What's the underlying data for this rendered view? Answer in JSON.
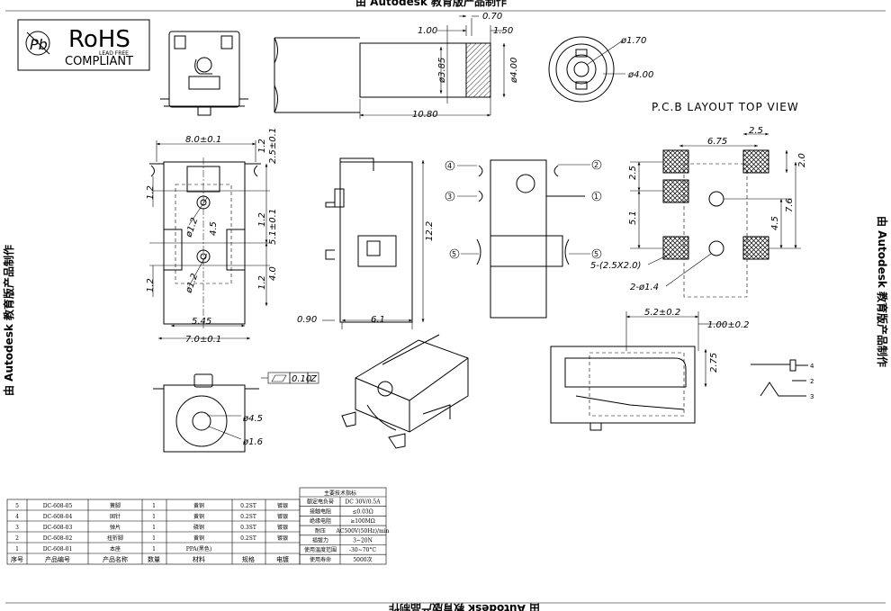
{
  "watermark": {
    "text": "由 Autodesk 教育版产品制作"
  },
  "rohs": {
    "title": "RoHS",
    "subtitle": "LEAD FREE",
    "compliant": "COMPLIANT"
  },
  "views": {
    "pcb_layout_title": "P.C.B LAYOUT TOP VIEW"
  },
  "dims": {
    "d070": "0.70",
    "d100": "1.00",
    "d150": "1.50",
    "d385": "ø3.85",
    "d400": "ø4.00",
    "d1080": "10.80",
    "phi170": "ø1.70",
    "phi400": "ø4.00",
    "d80": "8.0±0.1",
    "d12a": "1.2",
    "d25": "2.5±0.1",
    "d12b": "1.2",
    "phi12a": "ø1.2",
    "d45": "4.5",
    "d12c": "1.2",
    "d51": "5.1±0.1",
    "phi12b": "ø1.2",
    "d40": "4.0",
    "d12d": "1.2",
    "d12e": "1.2",
    "d545": "5.45",
    "d70": "7.0±0.1",
    "d122": "12.2",
    "d090": "0.90",
    "d61": "6.1",
    "p675": "6.75",
    "p25a": "2.5",
    "p20": "2.0",
    "p25b": "2.5",
    "p51": "5.1",
    "p76": "7.6",
    "p45": "4.5",
    "pad_note": "5-(2.5X2.0)",
    "hole_note": "2-ø1.4",
    "d52": "5.2±0.2",
    "d100b": "1.00±0.2",
    "d275": "2.75",
    "phi45": "ø4.5",
    "phi16": "ø1.6",
    "flat_tol": "0.10",
    "flat_datum": "Z"
  },
  "pins": {
    "p1": "1",
    "p2": "2",
    "p3": "3",
    "p4": "4",
    "p5": "5",
    "s4": "4",
    "s2": "2",
    "s3": "3"
  },
  "bom": {
    "headers": [
      "序号",
      "产品编号",
      "产品名称",
      "数量",
      "材料",
      "规格",
      "电镀"
    ],
    "rows": [
      [
        "5",
        "DC-608-05",
        "簧脚",
        "1",
        "黄铜",
        "0.2ST",
        "镀银"
      ],
      [
        "4",
        "DC-608-04",
        "固针",
        "1",
        "黄铜",
        "0.2ST",
        "镀银"
      ],
      [
        "3",
        "DC-608-03",
        "弹片",
        "1",
        "磷铜",
        "0.3ST",
        "镀银"
      ],
      [
        "2",
        "DC-608-02",
        "扭折脚",
        "1",
        "黄铜",
        "0.2ST",
        "镀银"
      ],
      [
        "1",
        "DC-608-01",
        "本座",
        "1",
        "PPA(黑色)",
        "",
        ""
      ]
    ]
  },
  "specs": {
    "title": "主要技术指标",
    "rows": [
      [
        "额定电负荷",
        "DC 30V/0.5A"
      ],
      [
        "接触电阻",
        "≤0.03Ω"
      ],
      [
        "绝缘电阻",
        "≥100MΩ"
      ],
      [
        "耐压",
        "AC500V(50Hz)/min"
      ],
      [
        "插拔力",
        "3~20N"
      ],
      [
        "使用温度范围",
        "-30~70°C"
      ],
      [
        "使用寿命",
        "5000次"
      ]
    ]
  }
}
